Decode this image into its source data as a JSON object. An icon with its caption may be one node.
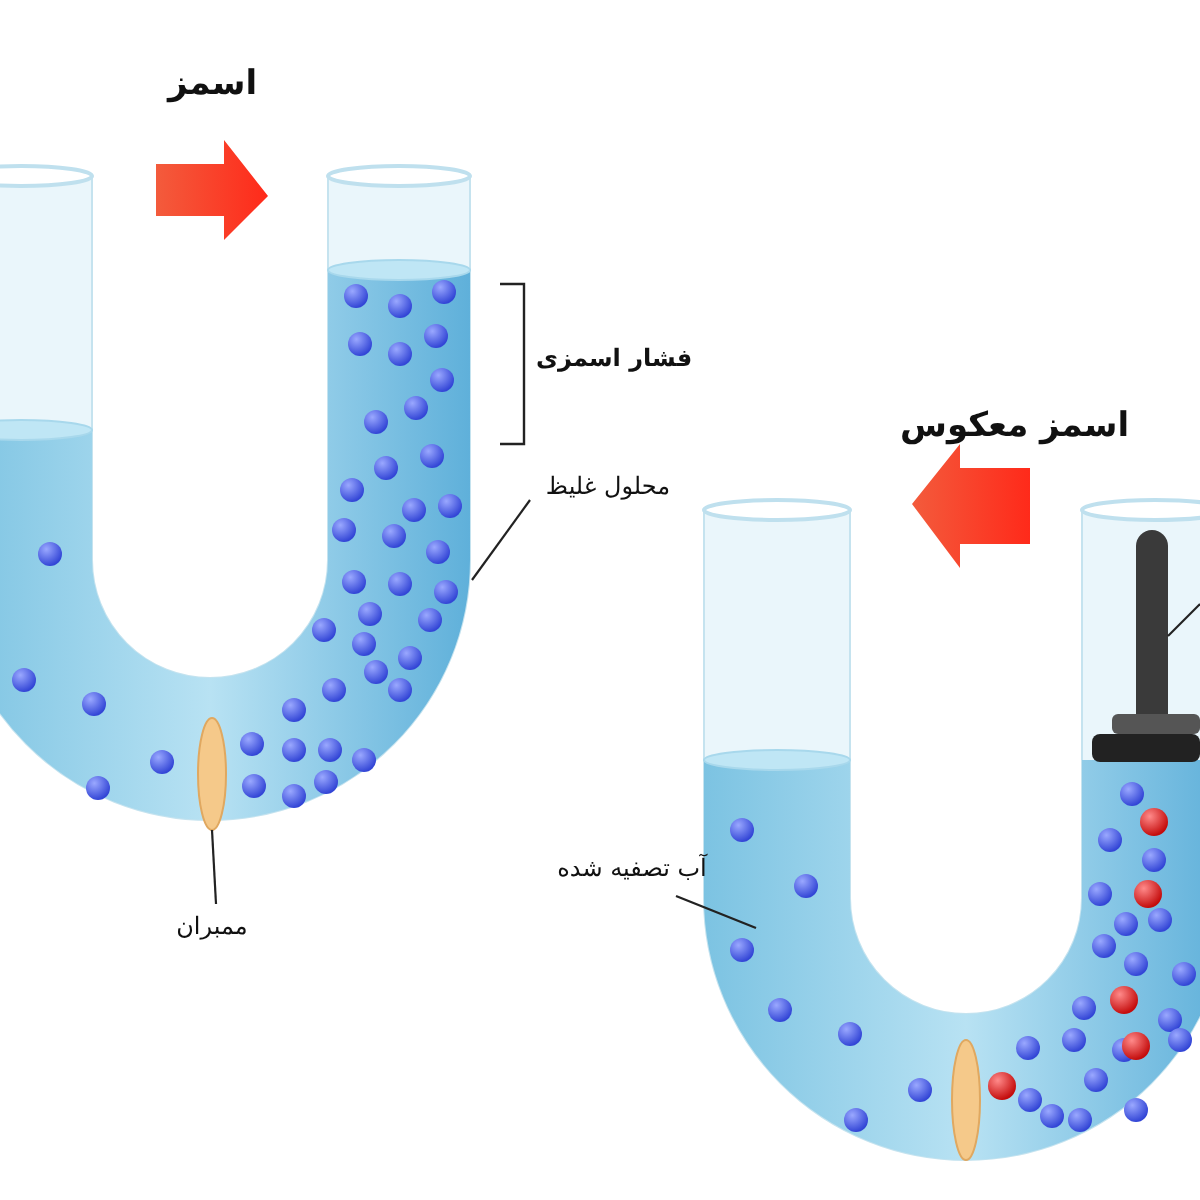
{
  "diagram": {
    "nodes": [
      {
        "text": [
          "ممبران"
        ]
      },
      {
        "text": [],
        "shape": "membrane",
        "in": 3
      },
      {
        "text": [
          "محلول غلیظ"
        ]
      },
      {
        "text": [],
        "shape": "picture"
      },
      {
        "text": [
          "آب تصفیه شده"
        ]
      },
      {
        "text": [],
        "shape": "picture"
      },
      {
        "text": [],
        "shape": "picture",
        "in": 5
      }
    ],
    "edges": [
      {
        "from": 0,
        "to": 1,
        "arrow": "none"
      },
      {
        "from": 2,
        "to": 3,
        "arrow": "none"
      },
      {
        "from": 4,
        "to": 5,
        "arrow": "none"
      },
      {
        "from": null,
        "to": 6,
        "arrow": "none"
      }
    ],
    "labels": [
      "اسمز",
      "فشار اسمزی",
      "اسمز معکوس"
    ]
  }
}
